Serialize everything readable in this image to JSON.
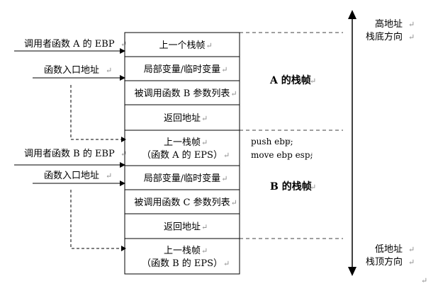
{
  "top_right": {
    "line1": "高地址",
    "line2": "栈底方向"
  },
  "bottom_right": {
    "line1": "低地址",
    "line2": "栈顶方向"
  },
  "para_mark": "↵",
  "stack_cells": [
    {
      "lines": [
        "上一个栈帧"
      ]
    },
    {
      "lines": [
        "局部变量/临时变量"
      ]
    },
    {
      "lines": [
        "被调用函数 B 参数列表"
      ]
    },
    {
      "lines": [
        "返回地址"
      ]
    },
    {
      "lines": [
        "上一栈帧",
        "（函数 A 的 EPS）"
      ]
    },
    {
      "lines": [
        "局部变量/临时变量"
      ]
    },
    {
      "lines": [
        "被调用函数 C 参数列表"
      ]
    },
    {
      "lines": [
        "返回地址"
      ]
    },
    {
      "lines": [
        "上一栈帧",
        "（函数 B 的 EPS）"
      ]
    }
  ],
  "left_labels": {
    "ebp_a": "调用者函数 A 的 EBP",
    "entry_a": "函数入口地址",
    "ebp_b": "调用者函数 B 的 EBP",
    "entry_b": "函数入口地址"
  },
  "frame_titles": {
    "a": "A 的栈帧",
    "b": "B 的栈帧"
  },
  "code_notes": {
    "line1": "push ebp;",
    "line2": "move ebp esp;"
  }
}
